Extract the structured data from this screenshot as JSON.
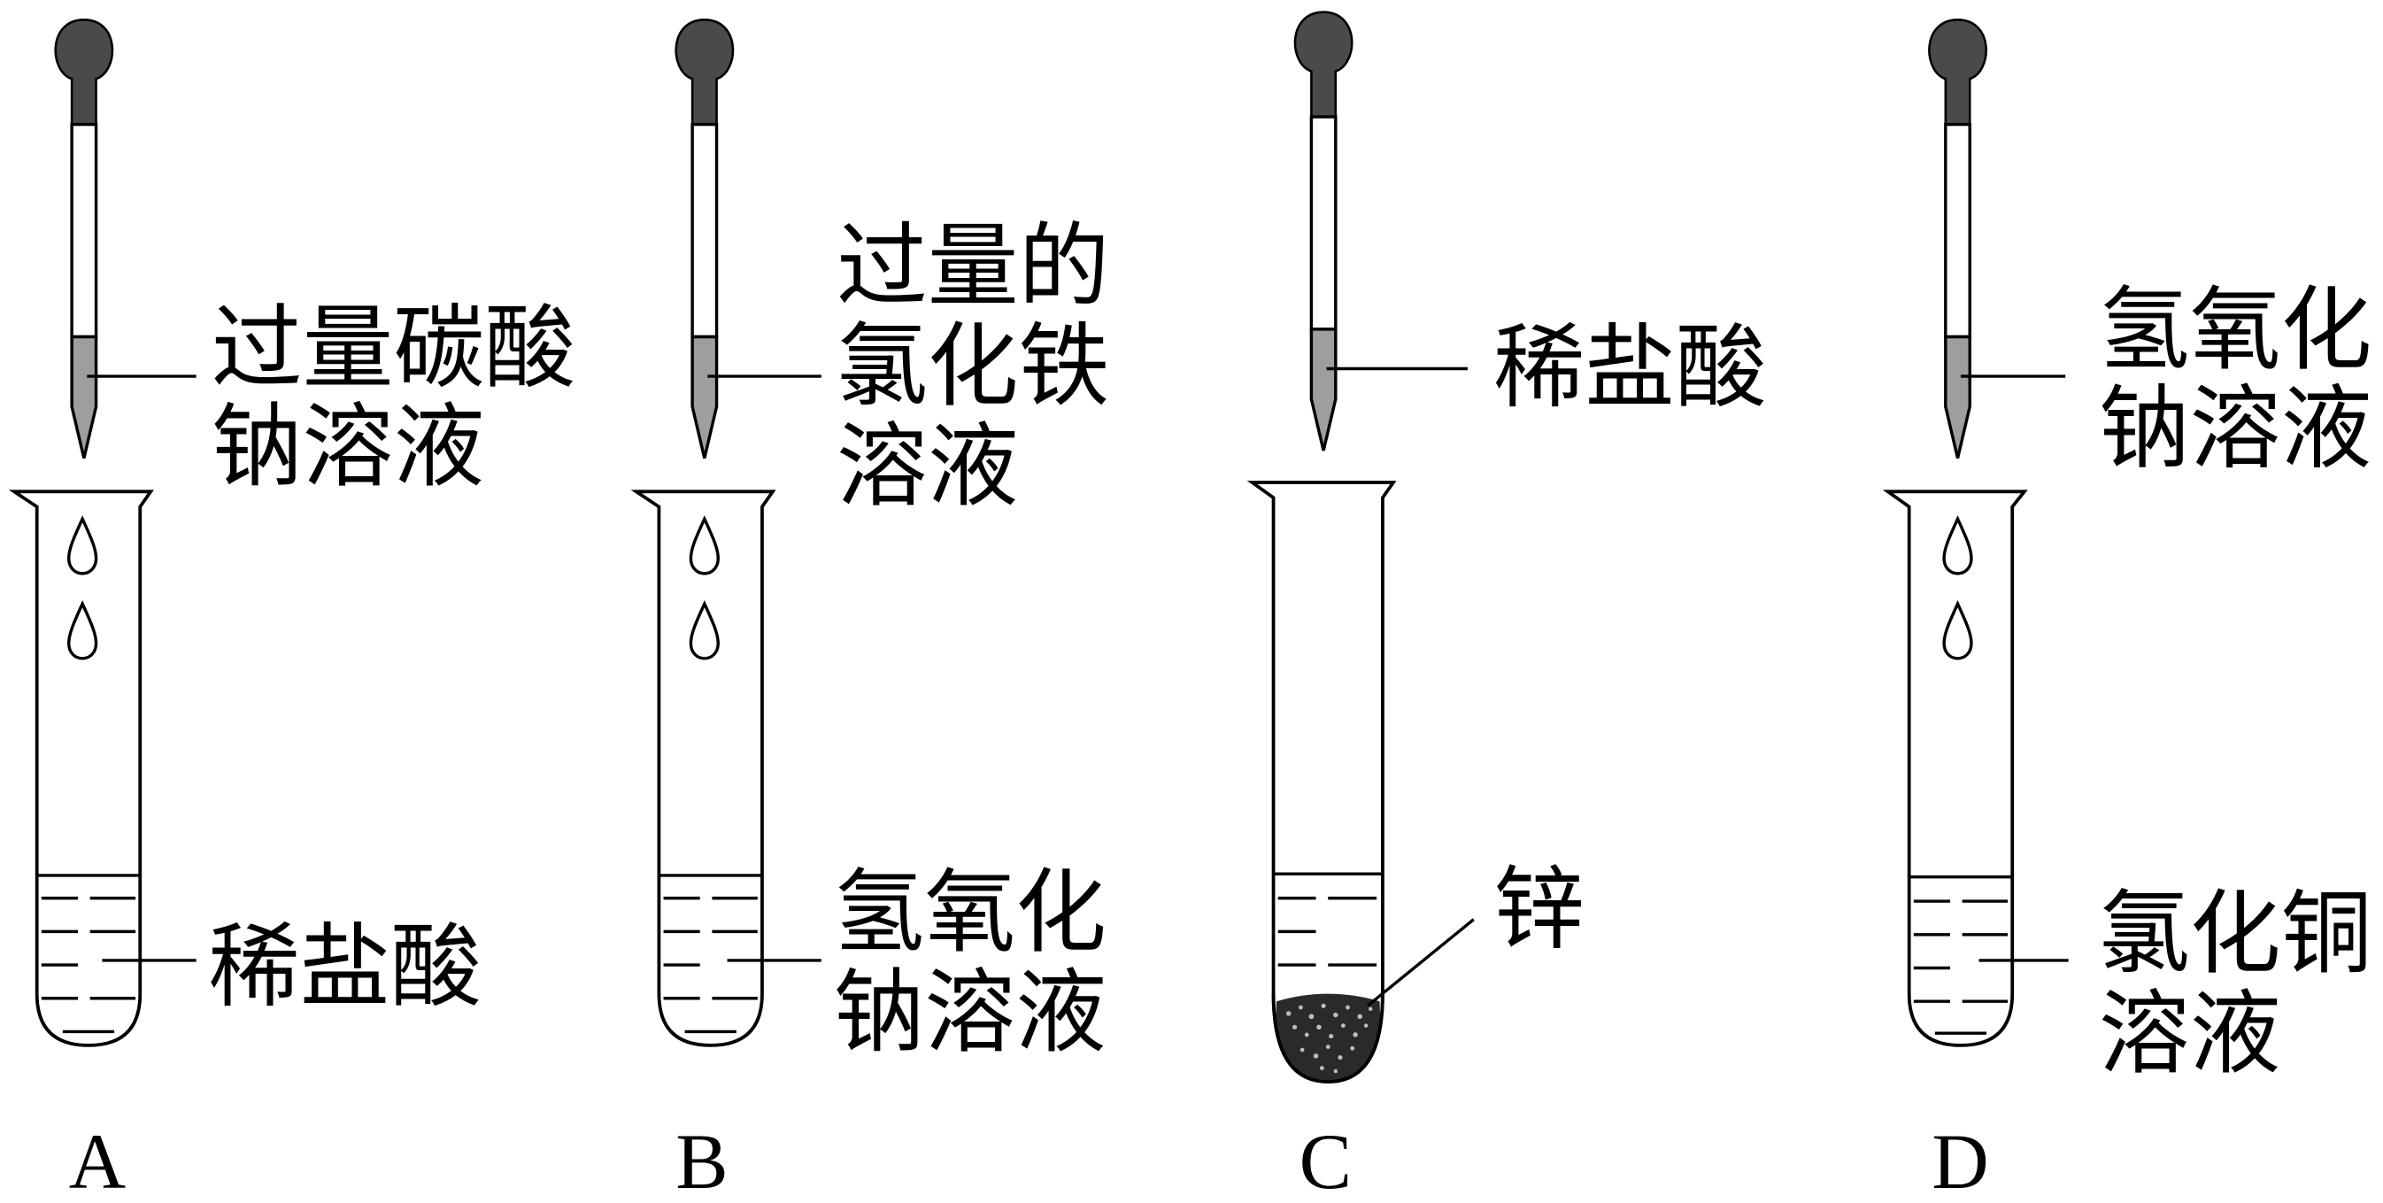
{
  "panels": [
    {
      "id": "A",
      "letter": "A",
      "dropper_label": [
        "过量碳酸",
        "钠溶液"
      ],
      "tube_label": [
        "稀盐酸"
      ],
      "drops_shown": true,
      "solid_in_tube": false
    },
    {
      "id": "B",
      "letter": "B",
      "dropper_label": [
        "过量的",
        "氯化铁",
        "溶液"
      ],
      "tube_label": [
        "氢氧化",
        "钠溶液"
      ],
      "drops_shown": true,
      "solid_in_tube": false
    },
    {
      "id": "C",
      "letter": "C",
      "dropper_label": [
        "稀盐酸"
      ],
      "tube_label": [
        "锌"
      ],
      "drops_shown": false,
      "solid_in_tube": true
    },
    {
      "id": "D",
      "letter": "D",
      "dropper_label": [
        "氢氧化",
        "钠溶液"
      ],
      "tube_label": [
        "氯化铜",
        "溶液"
      ],
      "drops_shown": true,
      "solid_in_tube": false
    }
  ],
  "colors": {
    "outline": "#000000",
    "dropper_bulb": "#4a4a4a",
    "dropper_liquid": "#9e9e9e",
    "zinc_solid": "#2a2a2a"
  }
}
